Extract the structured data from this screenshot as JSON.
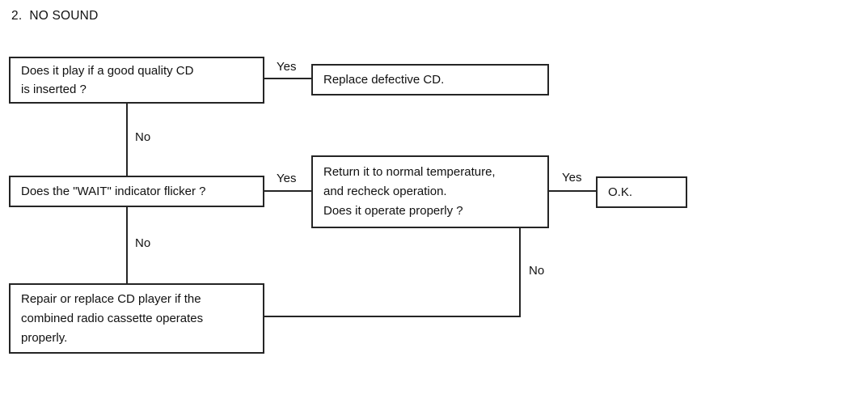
{
  "title": "2.  NO SOUND",
  "boxes": {
    "q1": {
      "lines": [
        "Does it play if a good quality CD",
        "is inserted ?"
      ]
    },
    "a1": {
      "lines": [
        "Replace defective CD."
      ]
    },
    "q2": {
      "lines": [
        "Does the \"WAIT\" indicator flicker ?"
      ]
    },
    "q3": {
      "lines": [
        "Return it to normal temperature,",
        "and recheck operation.",
        "Does it operate properly ?"
      ]
    },
    "ok": {
      "lines": [
        "O.K."
      ]
    },
    "repair": {
      "lines": [
        "Repair or replace CD player if the",
        "combined radio cassette operates",
        "properly."
      ]
    }
  },
  "labels": {
    "yes1": "Yes",
    "no1": "No",
    "yes2": "Yes",
    "yes3": "Yes",
    "no2": "No",
    "no3": "No"
  },
  "colors": {
    "line": "#252525",
    "text": "#111111",
    "background": "#ffffff"
  }
}
